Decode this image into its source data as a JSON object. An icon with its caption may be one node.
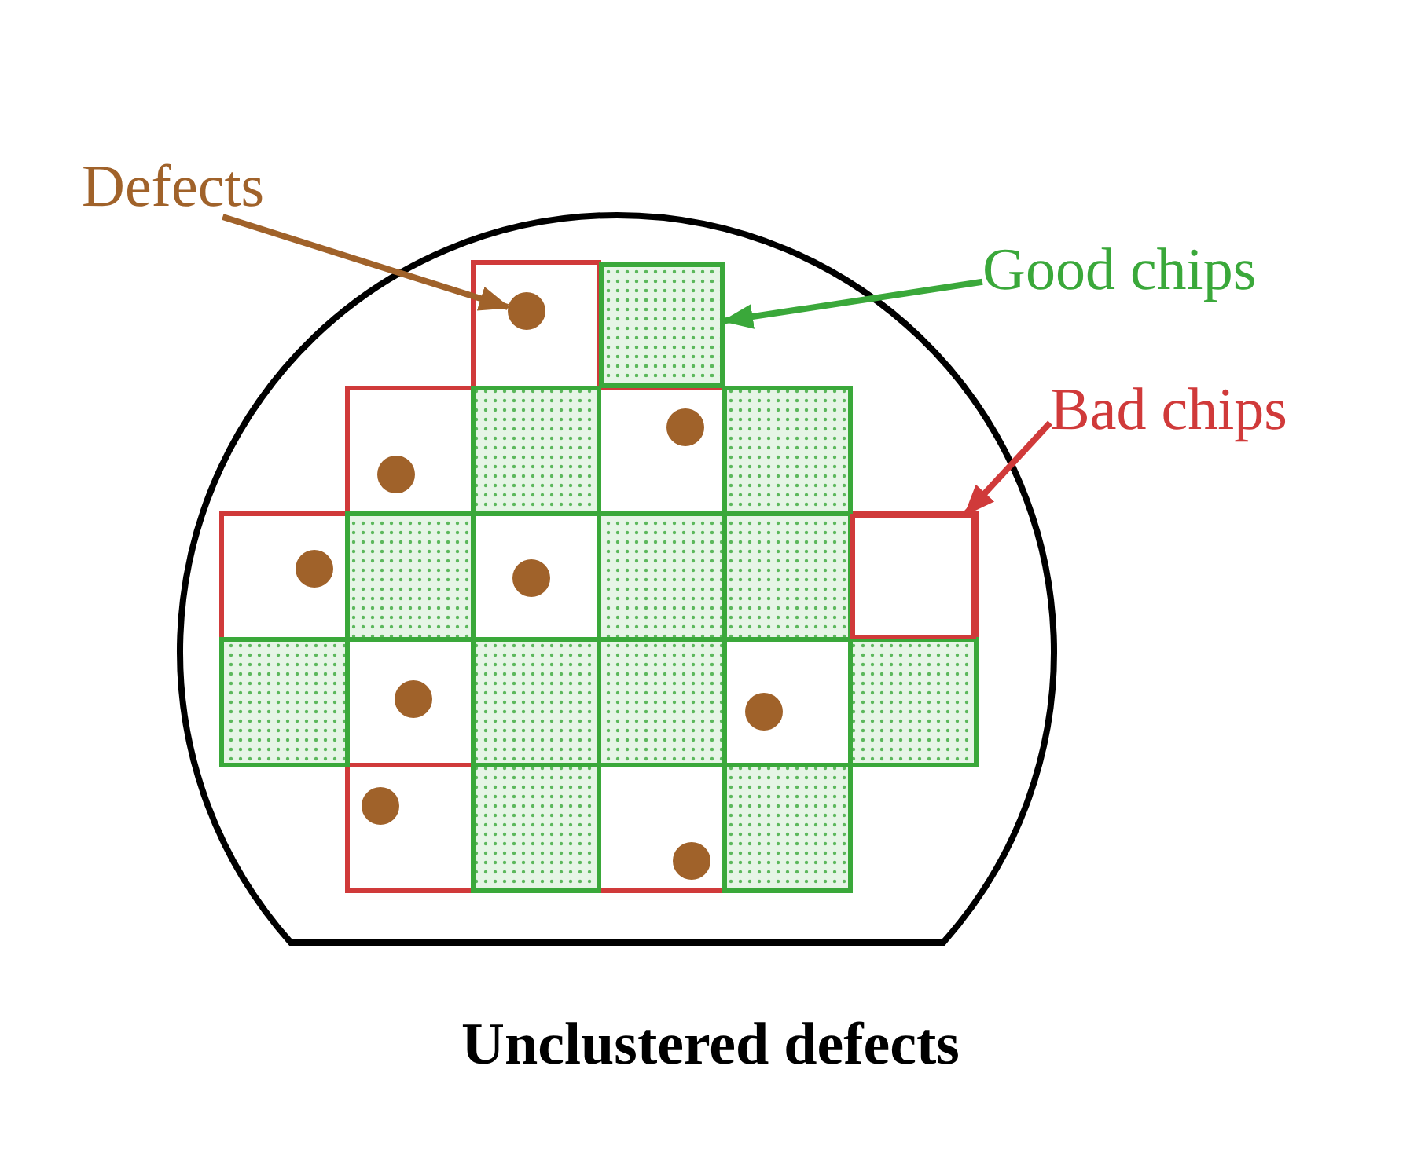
{
  "diagram": {
    "caption": "Unclustered defects",
    "nodes": [
      {
        "text": [
          "Defects"
        ]
      },
      {
        "text": [],
        "shape": "circle"
      },
      {
        "text": [
          "Good chips"
        ]
      },
      {
        "text": [],
        "shape": "box"
      },
      {
        "text": [
          "Bad chips"
        ]
      },
      {
        "text": [],
        "shape": "box"
      }
    ],
    "edges": [
      {
        "from": 0,
        "to": 1,
        "arrow": "to",
        "color": "#a0622a"
      },
      {
        "from": 2,
        "to": 3,
        "arrow": "to",
        "color": "#3aa83a"
      },
      {
        "from": 4,
        "to": 5,
        "arrow": "to",
        "color": "#d03a3a"
      }
    ]
  }
}
